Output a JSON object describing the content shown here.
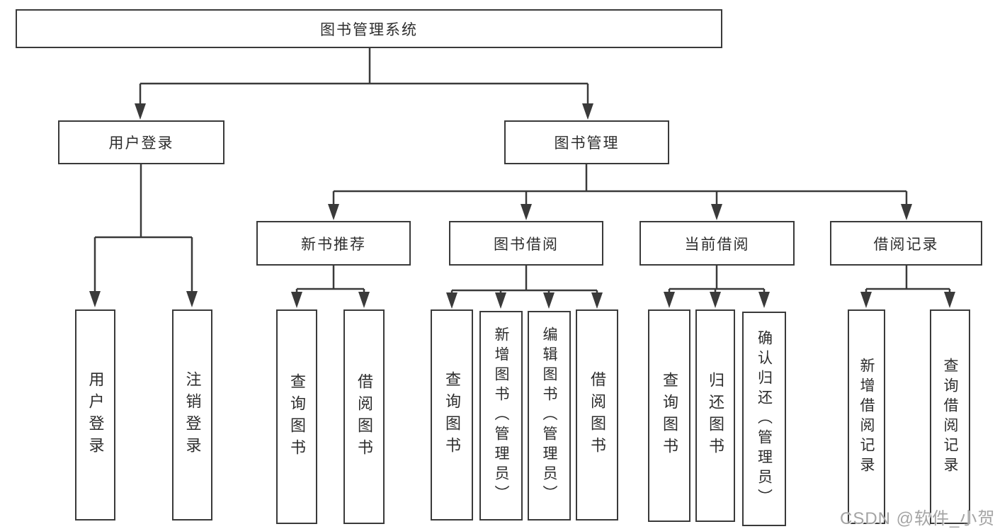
{
  "diagram": {
    "root": "图书管理系统",
    "branches": [
      {
        "label": "用户登录",
        "children": [
          "用户登录",
          "注销登录"
        ]
      },
      {
        "label": "图书管理",
        "groups": [
          {
            "label": "新书推荐",
            "children": [
              "查询图书",
              "借阅图书"
            ]
          },
          {
            "label": "图书借阅",
            "children": [
              "查询图书",
              "新增图书（管理员）",
              "编辑图书（管理员）",
              "借阅图书"
            ]
          },
          {
            "label": "当前借阅",
            "children": [
              "查询图书",
              "归还图书",
              "确认归还（管理员）"
            ]
          },
          {
            "label": "借阅记录",
            "children": [
              "新增借阅记录",
              "查询借阅记录"
            ]
          }
        ]
      }
    ]
  },
  "watermark": {
    "text": "CSDN @软件_小贺同学"
  },
  "colors": {
    "line": "#3a3a3a",
    "text": "#2d2d2d",
    "background": "#ffffff",
    "watermark": "#949494"
  }
}
